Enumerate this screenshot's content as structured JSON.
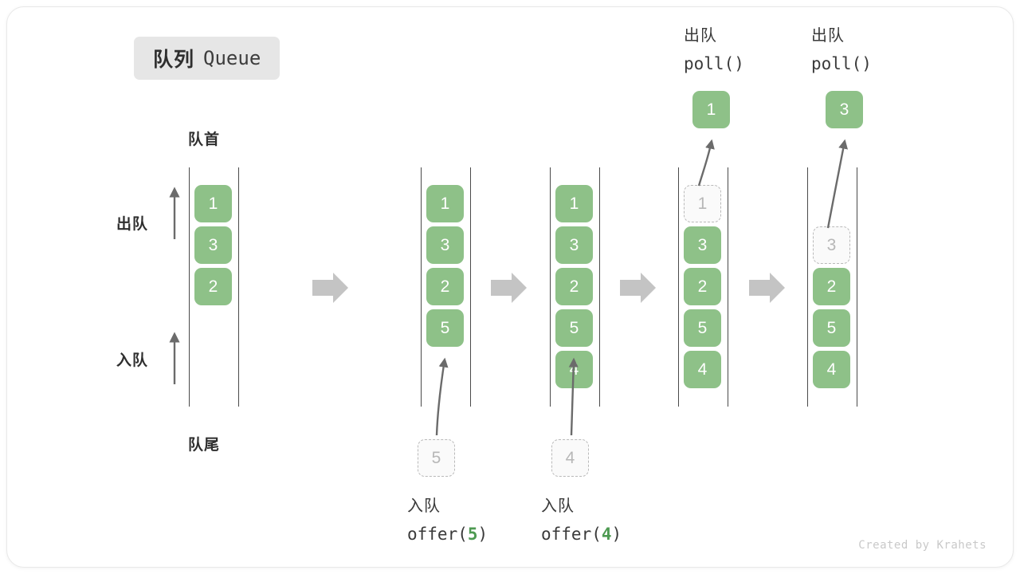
{
  "colors": {
    "cell_fill": "#8ec188",
    "cell_text": "#ffffff",
    "ghost_border": "#b9b9b9",
    "ghost_text": "#b7b7b7",
    "rail": "#4a4a4a",
    "arrow_grey": "#c4c4c4",
    "curve_arrow": "#6b6b6b",
    "badge_bg": "#e6e6e6",
    "accent_green": "#4e9a52",
    "text_dark": "#2f2f2f",
    "watermark": "#c9c9c9"
  },
  "title": {
    "cn": "队列",
    "en": "Queue"
  },
  "labels": {
    "front": "队首",
    "rear": "队尾",
    "dequeue": "出队",
    "enqueue": "入队"
  },
  "watermark": "Created by Krahets",
  "steps": [
    {
      "id": "initial",
      "cells": [
        {
          "value": "1",
          "state": "filled"
        },
        {
          "value": "3",
          "state": "filled"
        },
        {
          "value": "2",
          "state": "filled"
        }
      ],
      "side_labels": {
        "top": "出队",
        "bottom": "入队"
      },
      "head_label": "队首",
      "tail_label": "队尾"
    },
    {
      "id": "after-offer-5",
      "cells": [
        {
          "value": "1",
          "state": "filled"
        },
        {
          "value": "3",
          "state": "filled"
        },
        {
          "value": "2",
          "state": "filled"
        },
        {
          "value": "5",
          "state": "filled"
        }
      ],
      "incoming": {
        "value": "5",
        "state": "ghost"
      },
      "caption_cn": "入队",
      "caption_code_prefix": "offer(",
      "caption_code_num": "5",
      "caption_code_suffix": ")"
    },
    {
      "id": "after-offer-4",
      "cells": [
        {
          "value": "1",
          "state": "filled"
        },
        {
          "value": "3",
          "state": "filled"
        },
        {
          "value": "2",
          "state": "filled"
        },
        {
          "value": "5",
          "state": "filled"
        },
        {
          "value": "4",
          "state": "filled"
        }
      ],
      "incoming": {
        "value": "4",
        "state": "ghost"
      },
      "caption_cn": "入队",
      "caption_code_prefix": "offer(",
      "caption_code_num": "4",
      "caption_code_suffix": ")"
    },
    {
      "id": "after-poll-1",
      "cells": [
        {
          "value": "1",
          "state": "ghost"
        },
        {
          "value": "3",
          "state": "filled"
        },
        {
          "value": "2",
          "state": "filled"
        },
        {
          "value": "5",
          "state": "filled"
        },
        {
          "value": "4",
          "state": "filled"
        }
      ],
      "popped": {
        "value": "1"
      },
      "caption_cn": "出队",
      "caption_code": "poll()"
    },
    {
      "id": "after-poll-3",
      "cells": [
        {
          "value": "",
          "state": "empty"
        },
        {
          "value": "3",
          "state": "ghost"
        },
        {
          "value": "2",
          "state": "filled"
        },
        {
          "value": "5",
          "state": "filled"
        },
        {
          "value": "4",
          "state": "filled"
        }
      ],
      "popped": {
        "value": "3"
      },
      "caption_cn": "出队",
      "caption_code": "poll()"
    }
  ],
  "flow_arrows": [
    {
      "id": "flow-1"
    },
    {
      "id": "flow-2"
    },
    {
      "id": "flow-3"
    },
    {
      "id": "flow-4"
    }
  ]
}
